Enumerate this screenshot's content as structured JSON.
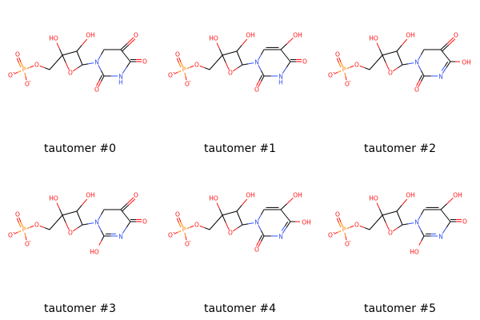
{
  "colors": {
    "bond": "#000000",
    "oxygen": "#ff0d0d",
    "nitrogen": "#3050f8",
    "phosphorus": "#ff8000",
    "background": "#ffffff"
  },
  "atom_labels": {
    "O": "O",
    "O_minus": "O",
    "charge": "-",
    "P": "P",
    "N": "N",
    "NH": "NH",
    "HN": "N",
    "H": "H",
    "OH": "OH",
    "HO": "HO"
  },
  "tautomers": [
    {
      "label": "tautomer #0",
      "c5_oh": false,
      "c5_ch2": true,
      "c6_double_c5": false,
      "n3_h": true,
      "c4_oh": false,
      "c2_oh": false,
      "n3_double": "none"
    },
    {
      "label": "tautomer #1",
      "c5_oh": true,
      "c5_ch2": false,
      "c6_double_c5": true,
      "n3_h": true,
      "c4_oh": false,
      "c2_oh": false,
      "n3_double": "none"
    },
    {
      "label": "tautomer #2",
      "c5_oh": false,
      "c5_ch2": true,
      "c6_double_c5": false,
      "n3_h": false,
      "c4_oh": true,
      "c2_oh": false,
      "n3_double": "c4"
    },
    {
      "label": "tautomer #3",
      "c5_oh": false,
      "c5_ch2": true,
      "c6_double_c5": false,
      "n3_h": false,
      "c4_oh": false,
      "c2_oh": true,
      "n3_double": "c2"
    },
    {
      "label": "tautomer #4",
      "c5_oh": true,
      "c5_ch2": false,
      "c6_double_c5": true,
      "n3_h": false,
      "c4_oh": true,
      "c2_oh": false,
      "n3_double": "c4"
    },
    {
      "label": "tautomer #5",
      "c5_oh": true,
      "c5_ch2": false,
      "c6_double_c5": true,
      "n3_h": false,
      "c4_oh": false,
      "c2_oh": true,
      "n3_double": "c2"
    }
  ]
}
